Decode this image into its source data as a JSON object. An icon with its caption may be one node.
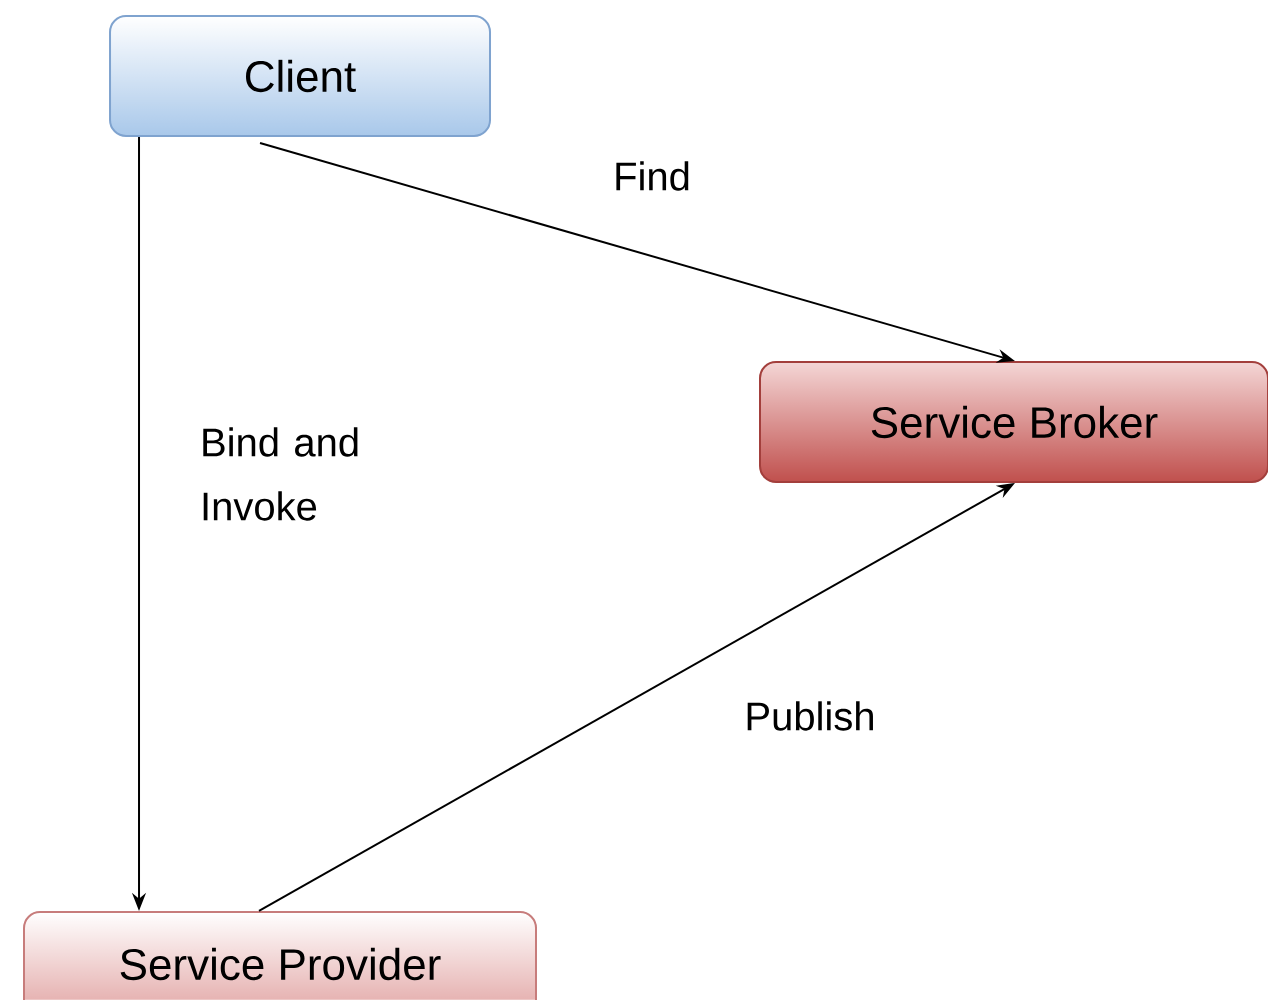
{
  "diagram": {
    "nodes": [
      {
        "text": [
          "Client"
        ]
      },
      {
        "text": [
          "Service Broker"
        ]
      },
      {
        "text": [
          "Service Provider"
        ]
      }
    ],
    "edges": [
      {
        "from": 0,
        "to": 1,
        "arrow": "to",
        "label": "Find"
      },
      {
        "from": 0,
        "to": 2,
        "arrow": "to",
        "label": "Bind and Invoke"
      },
      {
        "from": 2,
        "to": 1,
        "arrow": "to",
        "label": "Publish"
      }
    ]
  }
}
